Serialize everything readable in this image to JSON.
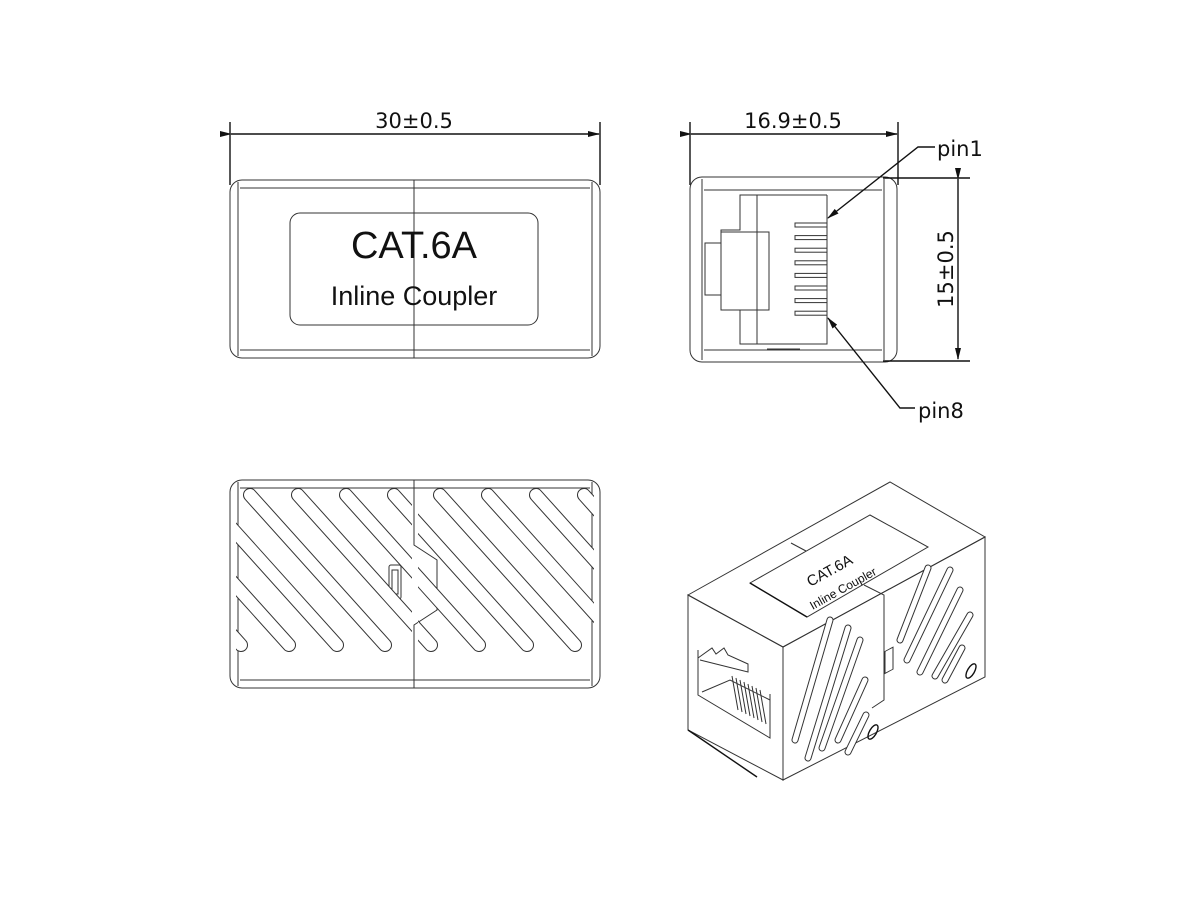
{
  "front_view": {
    "dimension_width": "30±0.5",
    "label_line1": "CAT.6A",
    "label_line2": "Inline Coupler"
  },
  "side_view": {
    "dimension_width": "16.9±0.5",
    "dimension_height": "15±0.5",
    "pin_first": "pin1",
    "pin_last": "pin8"
  },
  "iso_view": {
    "label_line1": "CAT.6A",
    "label_line2": "Inline Coupler"
  }
}
